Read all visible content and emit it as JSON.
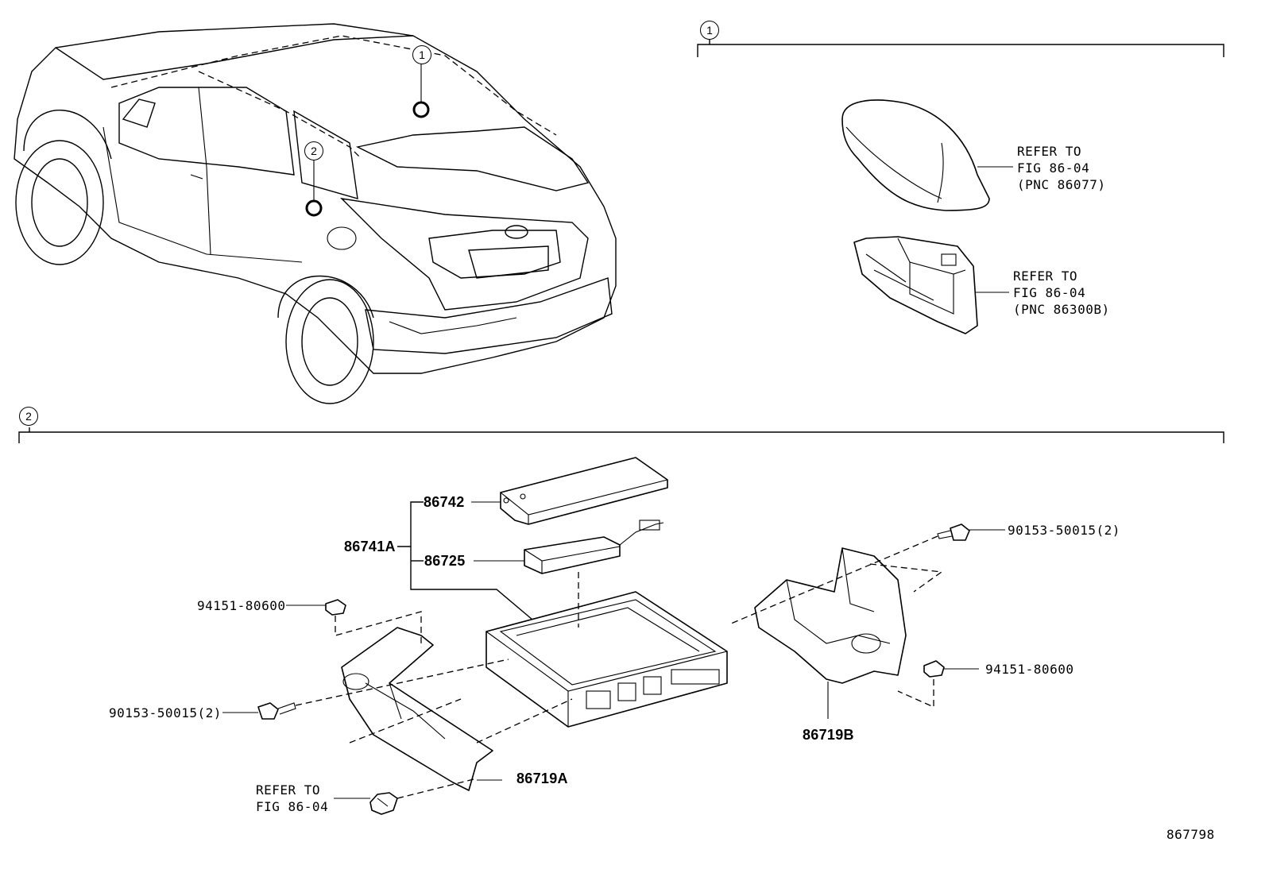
{
  "diagram": {
    "section_callouts": {
      "one": "1",
      "two": "2"
    },
    "vehicle_callouts": {
      "one": "1",
      "two": "2"
    },
    "section1": {
      "antenna_ref": {
        "line1": "REFER TO",
        "line2": "FIG 86-04",
        "line3": "(PNC 86077)"
      },
      "module_ref": {
        "line1": "REFER TO",
        "line2": "FIG 86-04",
        "line3": "(PNC 86300B)"
      }
    },
    "section2": {
      "parts": {
        "cover": "86742",
        "assembly": "86741A",
        "module": "86725",
        "screw_right": "90153-50015(2)",
        "nut_left": "94151-80600",
        "nut_right": "94151-80600",
        "screw_left": "90153-50015(2)",
        "bracket_b": "86719B",
        "bracket_a": "86719A"
      },
      "clip_ref": {
        "line1": "REFER TO",
        "line2": "FIG 86-04"
      }
    },
    "figure_id": "867798"
  }
}
